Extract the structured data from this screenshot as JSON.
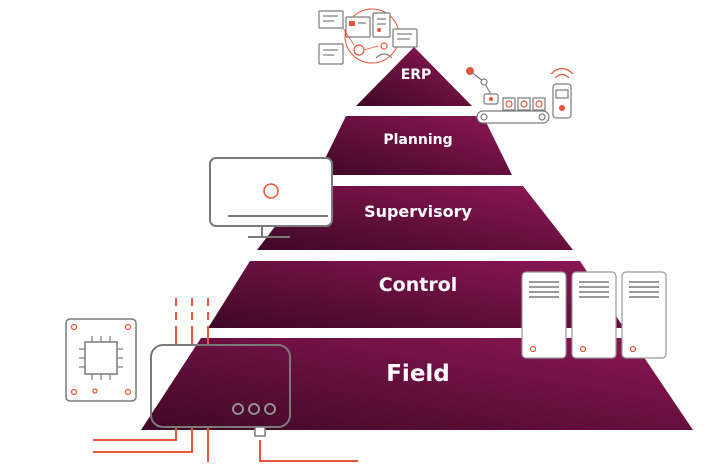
{
  "pyramid": {
    "levels": [
      {
        "label": "ERP"
      },
      {
        "label": "Planning"
      },
      {
        "label": "Supervisory"
      },
      {
        "label": "Control"
      },
      {
        "label": "Field"
      }
    ]
  },
  "colors": {
    "tier_dark": "#4a0a2c",
    "tier_light": "#8a1552",
    "line_gray": "#7a7a7a",
    "accent_orange": "#e9553a",
    "background": "#ffffff"
  },
  "icons": [
    "erp-documents-icon",
    "robot-arm-conveyor-icon",
    "monitor-icon",
    "server-rack-icon",
    "microchip-board-icon",
    "field-device-icon"
  ]
}
